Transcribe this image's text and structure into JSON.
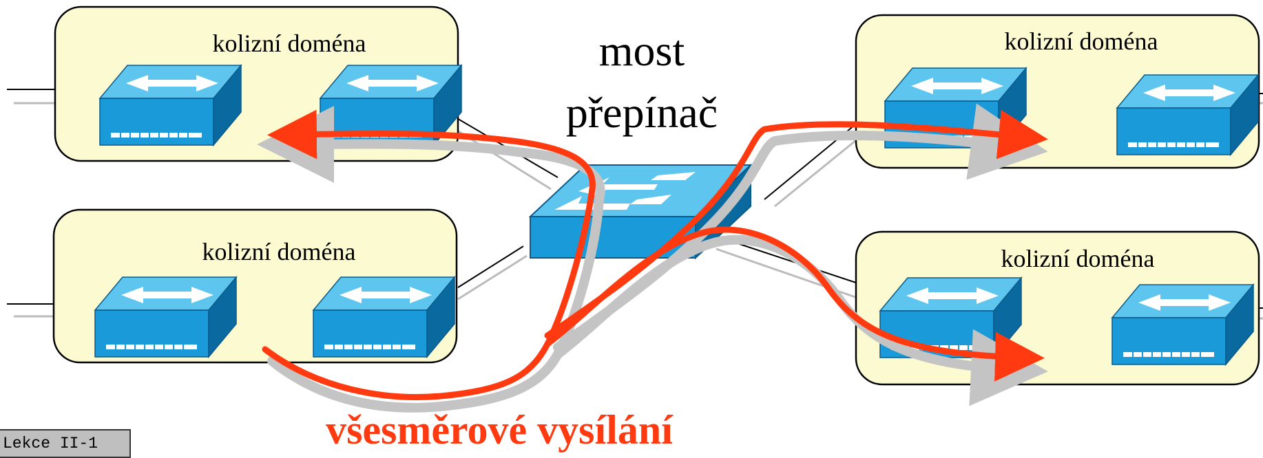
{
  "domains": [
    {
      "label": "kolizní doména"
    },
    {
      "label": "kolizní doména"
    },
    {
      "label": "kolizní doména"
    },
    {
      "label": "kolizní doména"
    }
  ],
  "bridge": {
    "line1": "most",
    "line2": "přepínač"
  },
  "broadcast_label": "všesměrové vysílání",
  "footer_tag": "Lekce II-1",
  "colors": {
    "domain_fill": "#fcfad0",
    "device_top": "#5ec6ee",
    "device_front": "#1a9ad8",
    "device_side": "#0a6aa0",
    "arrow_red": "#ff3a10",
    "shadow_gray": "#c4c4c4"
  },
  "icons": [
    "hub-icon",
    "switch-icon",
    "arrow-icon"
  ]
}
